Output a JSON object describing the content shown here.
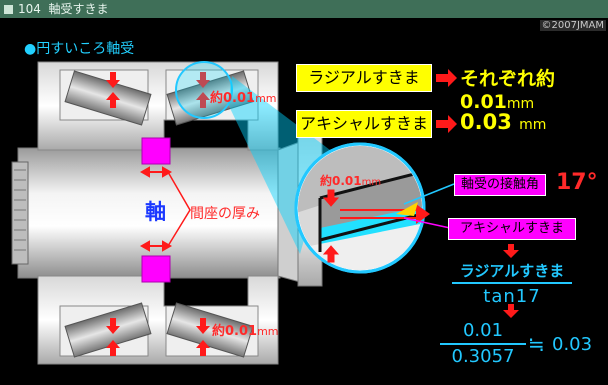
{
  "window": {
    "title_number": "104",
    "title_text": "軸受すきま",
    "copyright": "©2007JMAM"
  },
  "subtitle": "●円すいころ軸受",
  "radial": {
    "label": "ラジアルすきま",
    "value_prefix": "それぞれ約",
    "value": "0.01",
    "unit": "mm"
  },
  "axial": {
    "label": "アキシャルすきま",
    "value": "0.03",
    "unit": "mm"
  },
  "left_labels": {
    "shaft": "軸",
    "spacer": "間座の厚み"
  },
  "clearance_top": {
    "prefix": "約",
    "value": "0.01",
    "unit": "mm"
  },
  "clearance_bottom": {
    "prefix": "約",
    "value": "0.01",
    "unit": "mm"
  },
  "zoom_label": {
    "prefix": "約",
    "value": "0.01",
    "unit": "mm"
  },
  "contact_angle": {
    "label": "軸受の接触角",
    "value": "17°"
  },
  "axial_label": "アキシャルすきま",
  "formula": {
    "numerator_1": "ラジアルすきま",
    "denominator_1": "tan17",
    "numerator_2": "0.01",
    "denominator_2": "0.3057",
    "approx": "≒",
    "result": "0.03"
  },
  "colors": {
    "yellow": "#ffff00",
    "magenta": "#ff00ff",
    "cyan": "#22c8ff",
    "red": "#ff2a2a"
  }
}
